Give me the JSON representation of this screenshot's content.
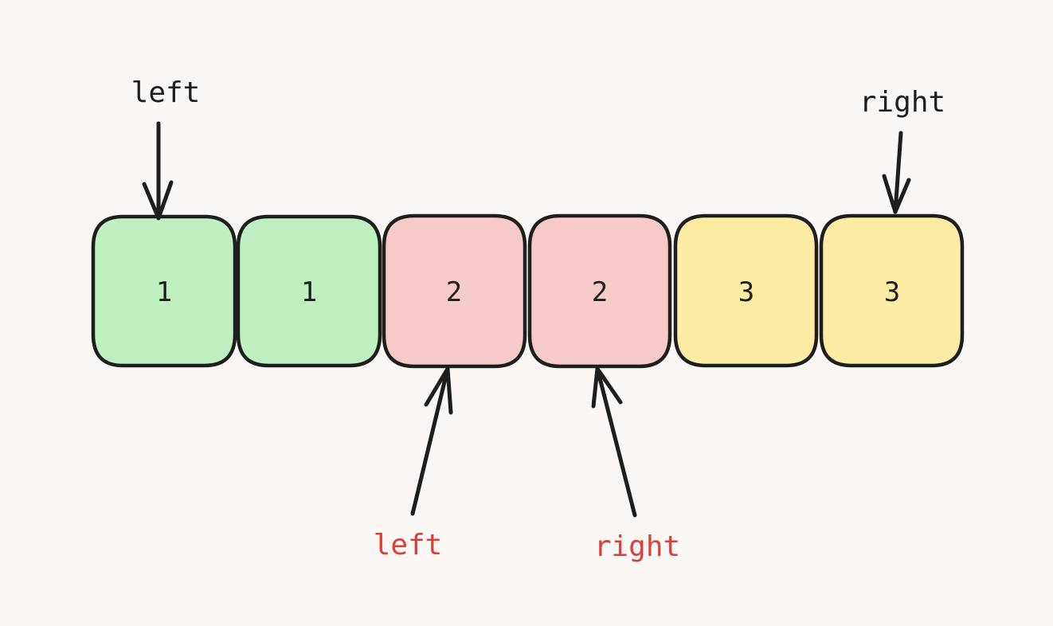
{
  "colors": {
    "background": "#faf7f5",
    "stroke": "#1e1e1e",
    "group_1": "#bff0c2",
    "group_2": "#f7caca",
    "group_3": "#fdeca4",
    "accent_text": "#d9403a"
  },
  "array": {
    "cells": [
      {
        "value": "1",
        "group": "group_1"
      },
      {
        "value": "1",
        "group": "group_1"
      },
      {
        "value": "2",
        "group": "group_2"
      },
      {
        "value": "2",
        "group": "group_2"
      },
      {
        "value": "3",
        "group": "group_3"
      },
      {
        "value": "3",
        "group": "group_3"
      }
    ]
  },
  "pointers": {
    "top_left": {
      "label": "left",
      "cell_index": 0,
      "side": "top",
      "color": "stroke"
    },
    "top_right": {
      "label": "right",
      "cell_index": 5,
      "side": "top",
      "color": "stroke"
    },
    "bottom_left": {
      "label": "left",
      "cell_index": 2,
      "side": "bottom",
      "color": "accent_text"
    },
    "bottom_right": {
      "label": "right",
      "cell_index": 3,
      "side": "bottom",
      "color": "accent_text"
    }
  }
}
